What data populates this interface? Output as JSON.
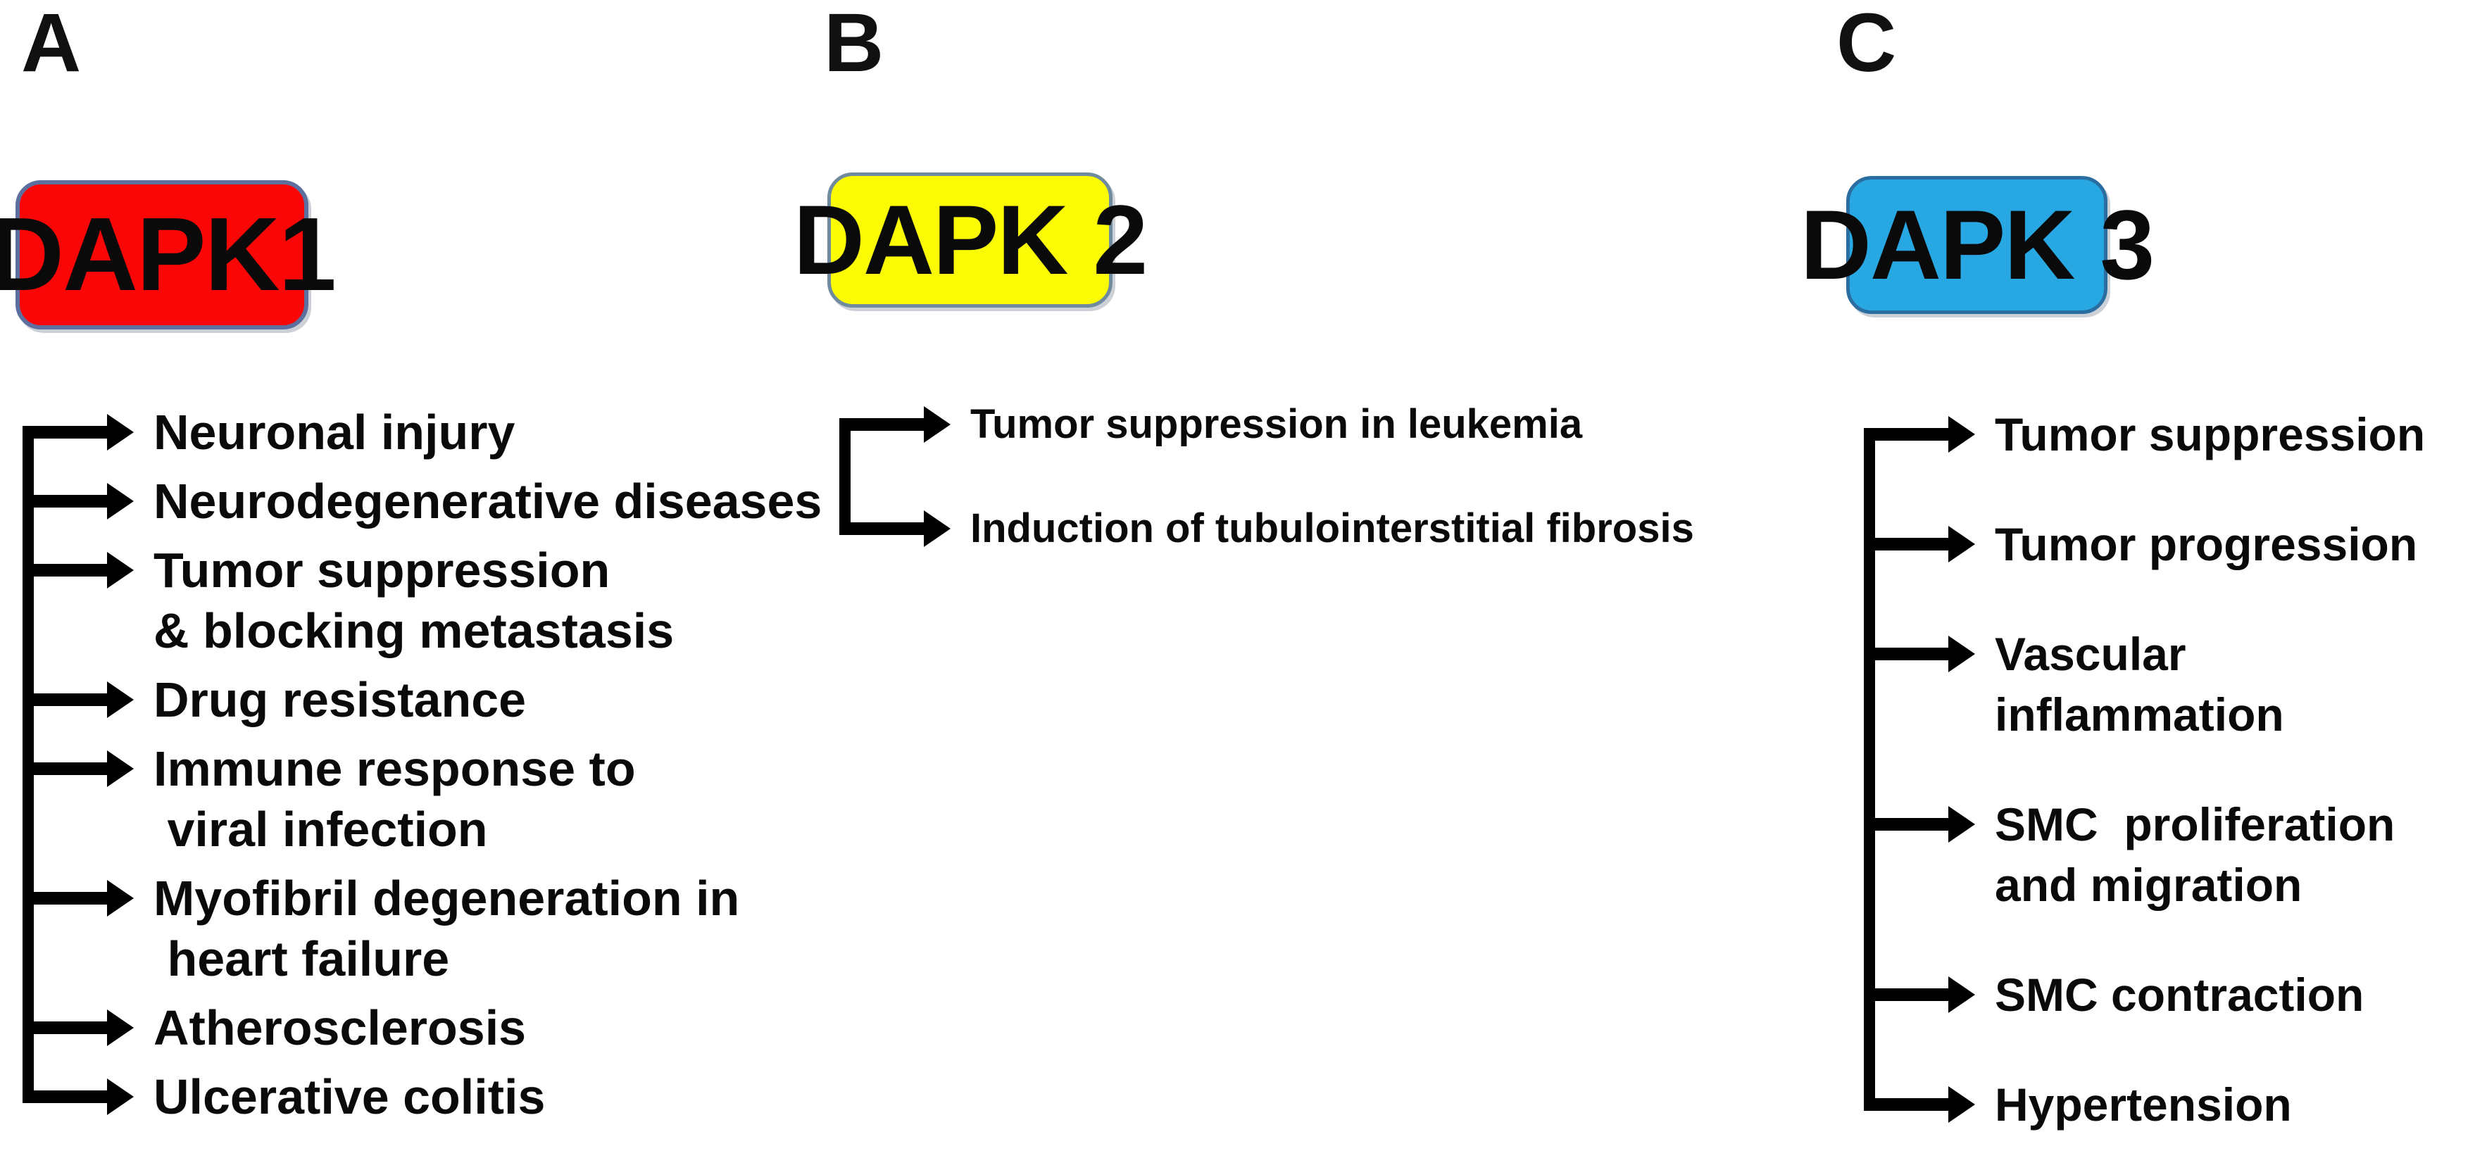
{
  "figure": {
    "panels": [
      {
        "label": "A",
        "gene": "DAPK1",
        "colors": {
          "fill": "#fa0606",
          "border": "#5d6f9e"
        },
        "items": [
          "Neuronal injury",
          "Neurodegenerative diseases",
          "Tumor suppression\n& blocking metastasis",
          "Drug resistance",
          "Immune response to\n viral infection",
          "Myofibril degeneration in\n heart failure",
          "Atherosclerosis",
          "Ulcerative colitis"
        ]
      },
      {
        "label": "B",
        "gene": "DAPK 2",
        "colors": {
          "fill": "#fbfb05",
          "border": "#6f8b9d"
        },
        "items": [
          "Tumor suppression in leukemia",
          "Induction of tubulointerstitial fibrosis"
        ]
      },
      {
        "label": "C",
        "gene": "DAPK 3",
        "colors": {
          "fill": "#27a8e3",
          "border": "#2a6da0"
        },
        "items": [
          "Tumor suppression",
          "Tumor progression",
          "Vascular inflammation",
          "SMC  proliferation\nand migration",
          "SMC contraction",
          "Hypertension"
        ]
      }
    ]
  }
}
